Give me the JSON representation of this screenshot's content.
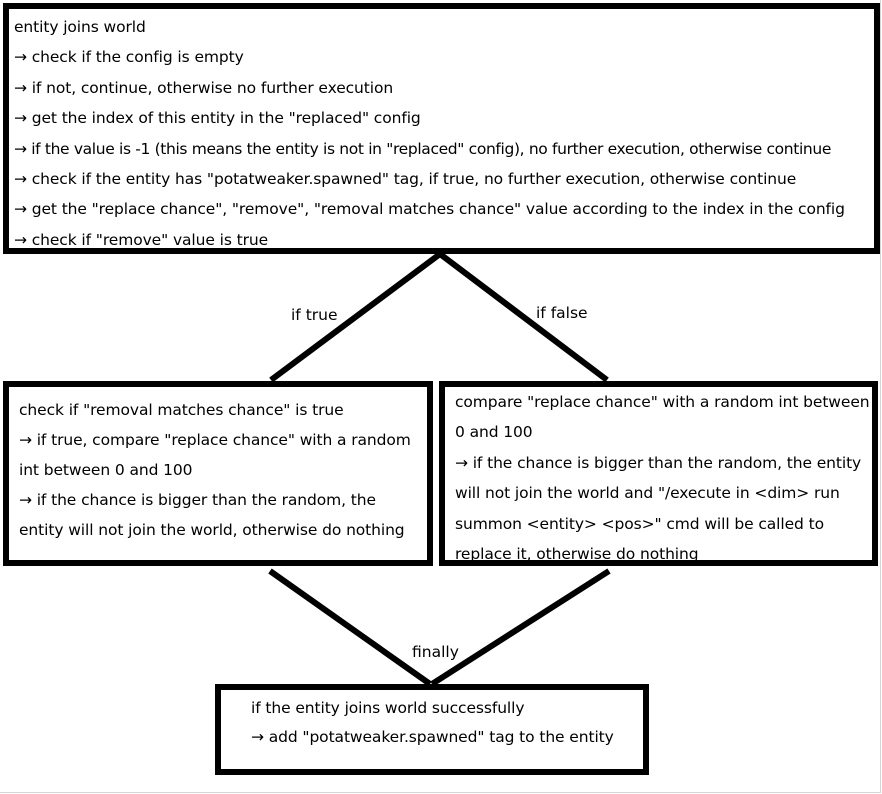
{
  "boxes": {
    "top": {
      "lines": [
        "entity joins world",
        " → check if the config is empty",
        " → if not, continue, otherwise no further execution",
        " → get the index of this entity in the \"replaced\" config",
        " → if the value is -1 (this means the entity is not in  \"replaced\" config), no further execution, otherwise continue",
        " → check if the entity has \"potatweaker.spawned\" tag, if true, no further execution, otherwise continue",
        " → get the \"replace chance\", \"remove\", \"removal matches chance\" value according to the index in the config",
        " → check if \"remove\" value is true"
      ]
    },
    "left": {
      "lines": [
        "check if \"removal matches chance\" is true",
        " → if true, compare \"replace chance\" with a random",
        "int between 0 and 100",
        "→ if the chance is bigger than the random, the",
        "entity will not join the world, otherwise do nothing"
      ]
    },
    "right": {
      "lines": [
        "compare \"replace chance\" with a random int between",
        "0 and 100",
        " → if the chance is bigger than the random, the entity",
        "will not join the world and \"/execute in <dim> run",
        "summon <entity> <pos>\" cmd will be called to",
        "replace it, otherwise do nothing"
      ]
    },
    "bottom": {
      "lines": [
        "if the entity joins world successfully",
        " → add \"potatweaker.spawned\" tag to the entity"
      ]
    }
  },
  "edges": {
    "if_true": "if true",
    "if_false": "if false",
    "finally": "finally"
  }
}
